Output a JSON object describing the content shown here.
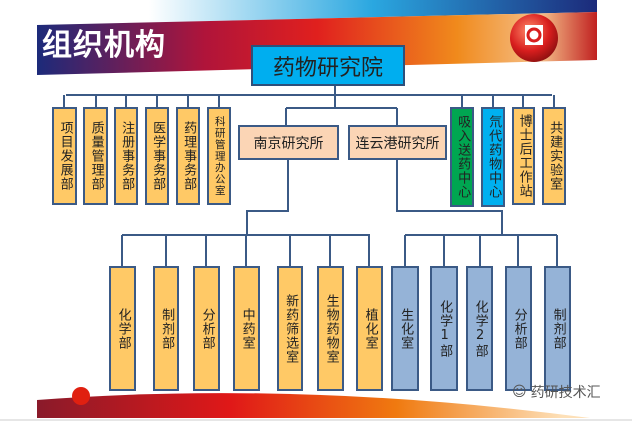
{
  "title": "组织机构",
  "root": "药物研究院",
  "departments": [
    "项目发展部",
    "质量管理部",
    "注册事务部",
    "医学事务部",
    "药理事务部",
    "科研管理办公室"
  ],
  "institutes": [
    "南京研究所",
    "连云港研究所"
  ],
  "centers": [
    "吸入送药中心",
    "氘代药物中心",
    "博士后工作站",
    "共建实验室"
  ],
  "nanjing_units": [
    "化学部",
    "制剂部",
    "分析部",
    "中药室",
    "新药筛选室",
    "生物药物室",
    "植化室"
  ],
  "lianyungang_units": [
    "生化室",
    "化学1部",
    "化学2部",
    "分析部",
    "制剂部"
  ],
  "watermark": "药研技术汇",
  "colors": {
    "root": "#00aeef",
    "dept": "#ffc966",
    "institute": "#fbd5b5",
    "inhale": "#00a651",
    "deuterated": "#00b0f0",
    "lyg": "#95b3d7",
    "line": "#3b5a86"
  }
}
